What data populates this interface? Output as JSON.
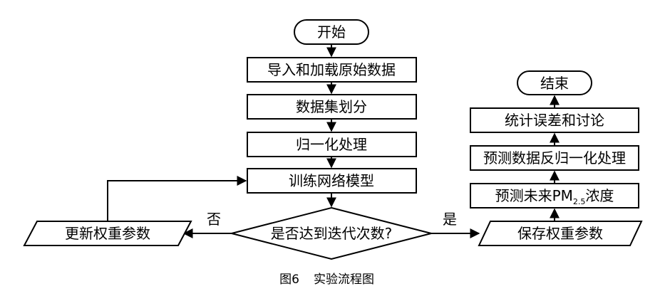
{
  "nodes": {
    "start": "开始",
    "import": "导入和加载原始数据",
    "split": "数据集划分",
    "normalize": "归一化处理",
    "train": "训练网络模型",
    "decision": "是否达到迭代次数?",
    "update": "更新权重参数",
    "save": "保存权重参数",
    "predict_prefix": "预测未来PM",
    "predict_sub": "2.5",
    "predict_suffix": "浓度",
    "denormalize": "预测数据反归一化处理",
    "stats": "统计误差和讨论",
    "end": "结束"
  },
  "edge_labels": {
    "no": "否",
    "yes": "是"
  },
  "caption": {
    "figure": "图6",
    "title": "实验流程图"
  }
}
